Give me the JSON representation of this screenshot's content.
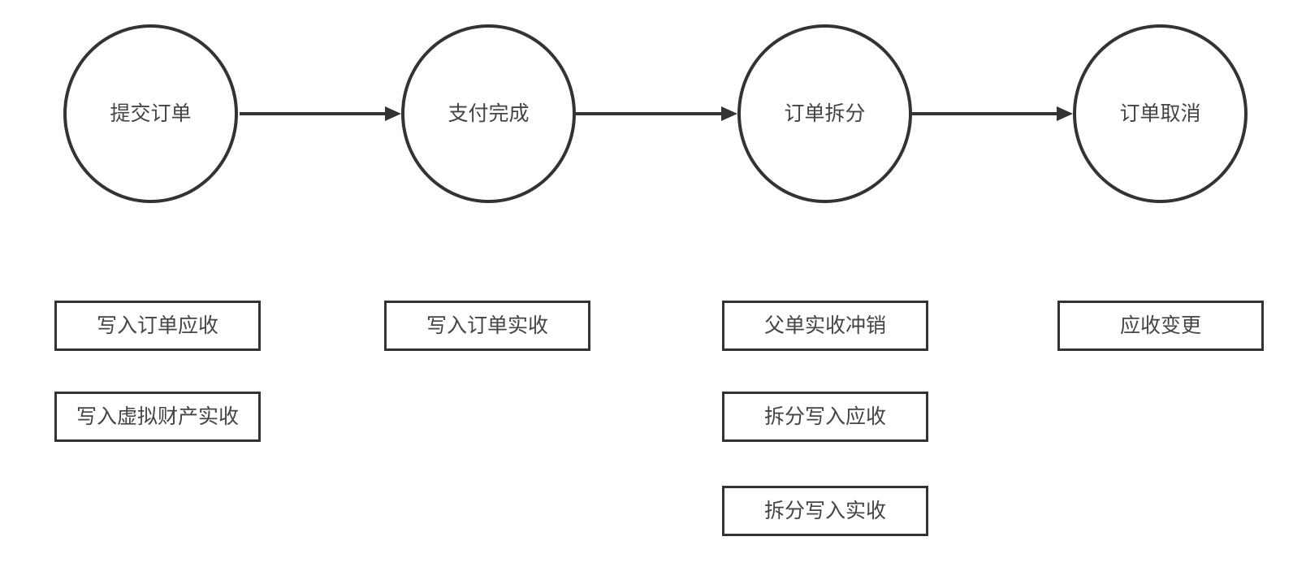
{
  "diagram": {
    "type": "flowchart",
    "colors": {
      "stroke": "#333333",
      "text": "#444444",
      "background": "#ffffff"
    },
    "nodes": [
      {
        "label": "提交订单"
      },
      {
        "label": "支付完成"
      },
      {
        "label": "订单拆分"
      },
      {
        "label": "订单取消"
      }
    ],
    "arrows": [
      {
        "from": "提交订单",
        "to": "支付完成"
      },
      {
        "from": "支付完成",
        "to": "订单拆分"
      },
      {
        "from": "订单拆分",
        "to": "订单取消"
      }
    ],
    "boxes": {
      "col1": [
        "写入订单应收",
        "写入虚拟财产实收"
      ],
      "col2": [
        "写入订单实收"
      ],
      "col3": [
        "父单实收冲销",
        "拆分写入应收",
        "拆分写入实收"
      ],
      "col4": [
        "应收变更"
      ]
    }
  }
}
